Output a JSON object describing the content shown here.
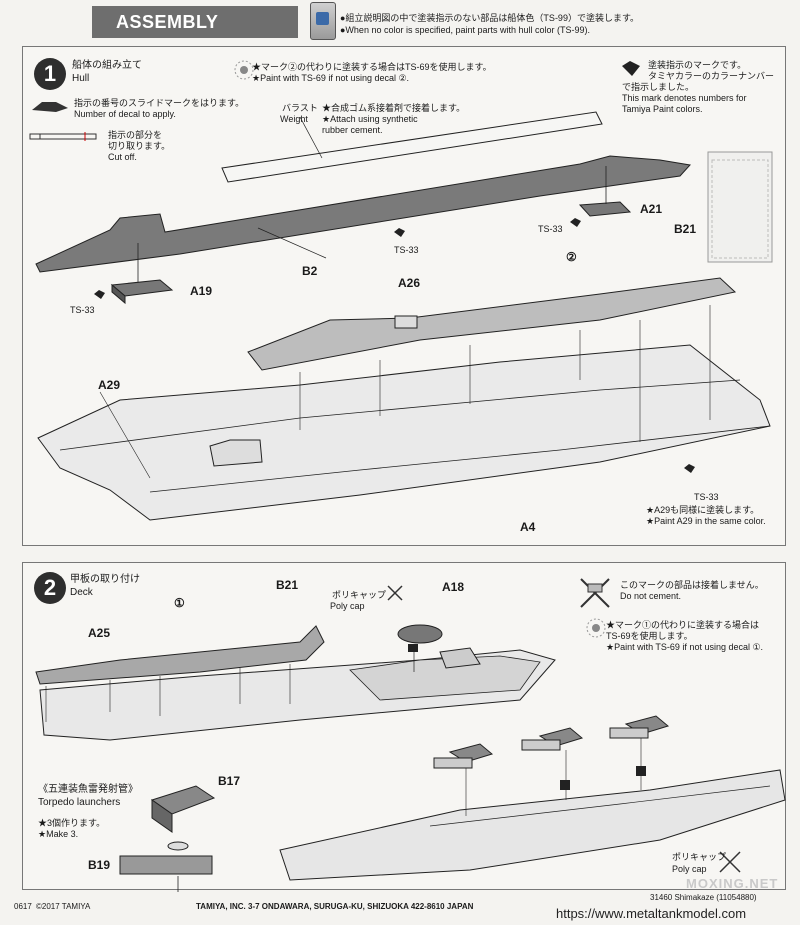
{
  "header": {
    "title": "ASSEMBLY",
    "note_jp": "●組立説明図の中で塗装指示のない部品は船体色（TS-99）で塗装します。",
    "note_en": "●When no color is specified, paint parts with hull color (TS-99)."
  },
  "step1": {
    "number": "1",
    "title_jp": "船体の組み立て",
    "title_en": "Hull",
    "decal_note_jp": "指示の番号のスライドマークをはります。",
    "decal_note_en": "Number of decal to apply.",
    "cut_note_jp1": "指示の部分を",
    "cut_note_jp2": "切り取ります。",
    "cut_note_en": "Cut off.",
    "decal2_note_jp": "★マーク②の代わりに塗装する場合はTS-69を使用します。",
    "decal2_note_en": "★Paint with TS-69 if not using decal ②.",
    "paint_mark_jp1": "塗装指示のマークです。",
    "paint_mark_jp2": "タミヤカラーのカラーナンバー",
    "paint_mark_jp3": "で指示しました。",
    "paint_mark_en1": "This mark denotes numbers for",
    "paint_mark_en2": "Tamiya Paint colors.",
    "ballast_jp": "バラスト",
    "ballast_en": "Weight",
    "rubber_jp": "★合成ゴム系接着剤で接着します。",
    "rubber_en1": "★Attach using synthetic",
    "rubber_en2": "rubber cement.",
    "a29_note_jp": "★A29も同様に塗装します。",
    "a29_note_en": "★Paint A29 in the same color.",
    "parts": {
      "A21": "A21",
      "B21": "B21",
      "B2": "B2",
      "A19": "A19",
      "A26": "A26",
      "A29": "A29",
      "A4": "A4",
      "decal2": "②"
    },
    "paints": {
      "ts33": "TS-33"
    }
  },
  "step2": {
    "number": "2",
    "title_jp": "甲板の取り付け",
    "title_en": "Deck",
    "polycap_jp": "ポリキャップ",
    "polycap_en": "Poly cap",
    "no_cement_jp": "このマークの部品は接着しません。",
    "no_cement_en": "Do not cement.",
    "decal1_note_jp1": "★マーク①の代わりに塗装する場合は",
    "decal1_note_jp2": "TS-69を使用します。",
    "decal1_note_en": "★Paint with TS-69 if not using decal ①.",
    "torpedo_jp": "《五連装魚雷発射管》",
    "torpedo_en": "Torpedo launchers",
    "make3_jp": "★3個作ります。",
    "make3_en": "★Make 3.",
    "parts": {
      "B21": "B21",
      "A18": "A18",
      "A25": "A25",
      "B17": "B17",
      "B19": "B19",
      "decal1": "①"
    }
  },
  "footer": {
    "code": "0617",
    "copyright": "©2017 TAMIYA",
    "address": "TAMIYA, INC. 3-7 ONDAWARA, SURUGA-KU, SHIZUOKA 422-8610 JAPAN",
    "url": "https://www.metaltankmodel.com",
    "item": "31460 Shimakaze (11054880)",
    "watermark": "MOXING.NET"
  }
}
